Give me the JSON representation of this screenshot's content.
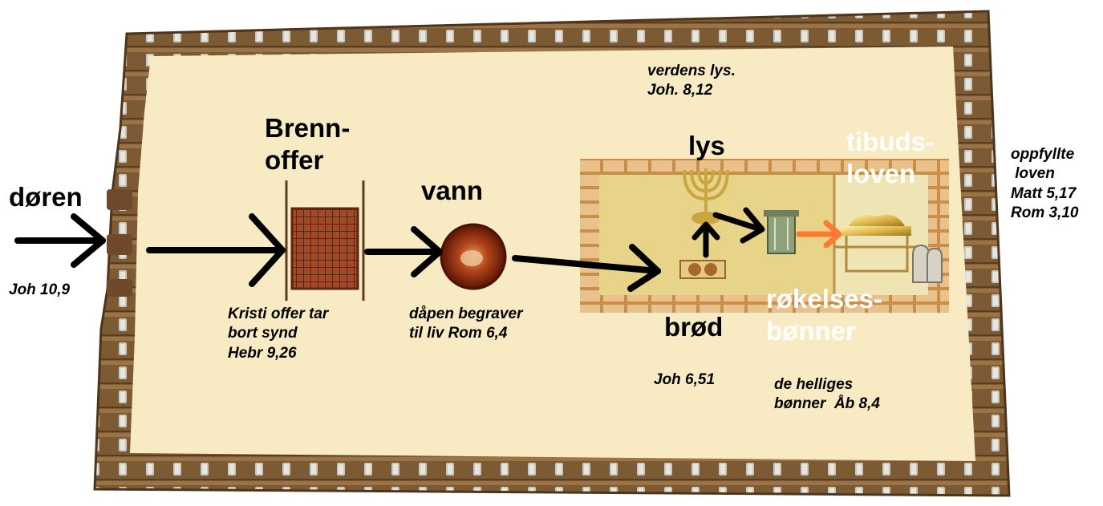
{
  "labels": {
    "door": "døren",
    "door_ref": "Joh 10,9",
    "altar": "Brenn-\noffer",
    "altar_note": "Kristi offer tar\nbort synd\nHebr 9,26",
    "water": "vann",
    "water_note": "dåpen begraver\ntil liv Rom 6,4",
    "light_ref": "verdens lys.\nJoh. 8,12",
    "light": "lys",
    "bread": "brød",
    "bread_ref": "Joh 6,51",
    "law": "tibuds-\nloven",
    "law_note": "oppfyllte\n loven\nMatt 5,17\nRom 3,10",
    "incense": "røkelses-\nbønner",
    "incense_note": "de helliges\nbønner  Åb 8,4"
  },
  "colors": {
    "courtyard": "#f8ebc3",
    "fence": "#7b5a34",
    "sanctuary_floor": "#e7d488",
    "sanctuary_wall": "#c98f4a",
    "altar": "#a04a2a",
    "laver": "#8f1f08",
    "arrow": "#000000",
    "arrow_highlight": "#ff7a33"
  },
  "icons": [
    "altar-grate-icon",
    "laver-basin-icon",
    "menorah-icon",
    "showbread-icon",
    "incense-altar-icon",
    "ark-of-covenant-icon",
    "law-tablets-icon"
  ]
}
